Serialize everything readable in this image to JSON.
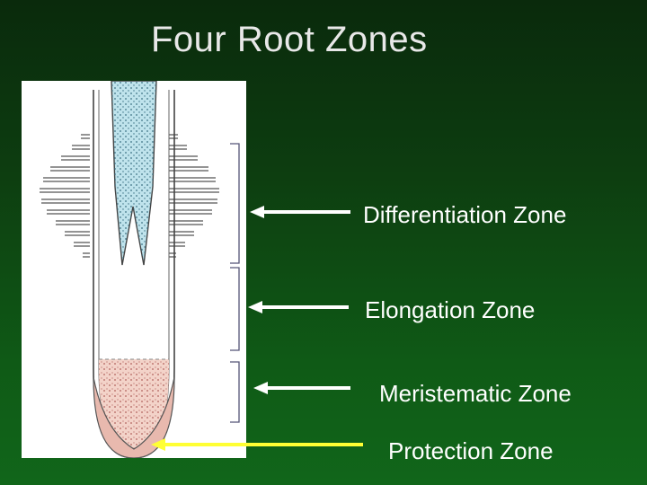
{
  "slide": {
    "title": "Four Root Zones"
  },
  "zones": [
    {
      "label": "Differentiation Zone",
      "arrow_color": "#ffffff"
    },
    {
      "label": "Elongation  Zone",
      "arrow_color": "#ffffff"
    },
    {
      "label": "Meristematic  Zone",
      "arrow_color": "#ffffff"
    },
    {
      "label": "Protection  Zone",
      "arrow_color": "#ffff33"
    }
  ],
  "colors": {
    "background_top": "#0a2a0c",
    "background_bottom": "#11661a",
    "title": "#e8e8e8",
    "label": "#ffffff",
    "stele_fill": "#bfe3ec",
    "cap_fill": "#f3d3c9"
  }
}
